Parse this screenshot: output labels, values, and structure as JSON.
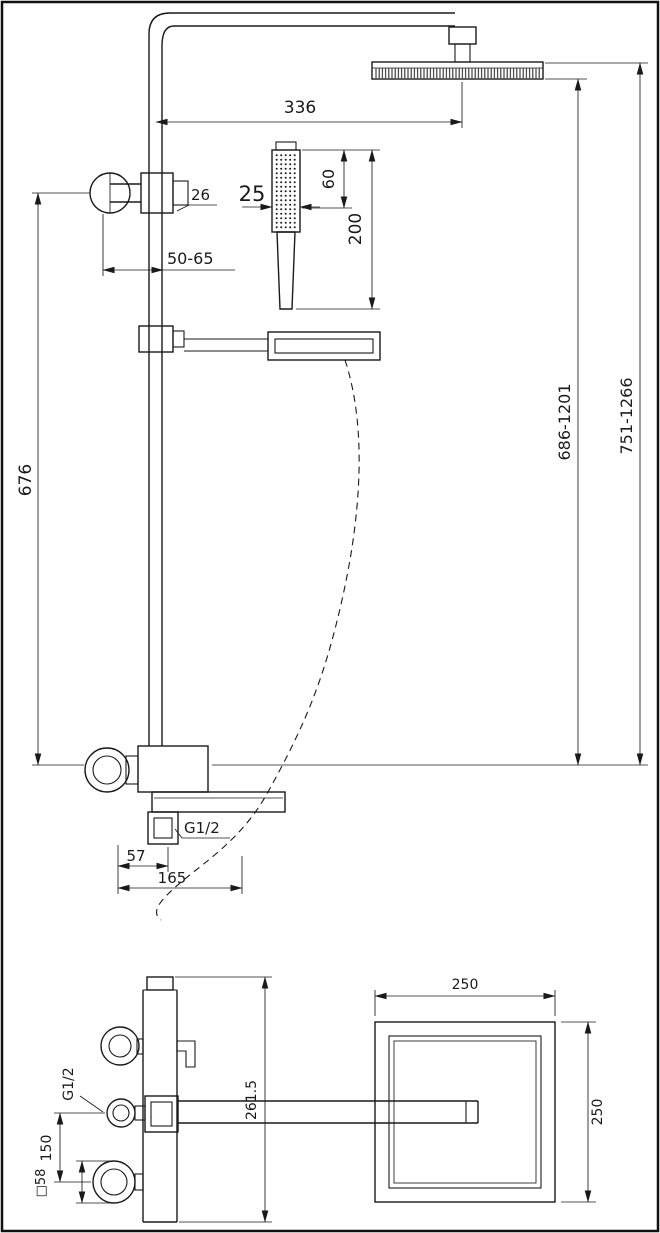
{
  "colors": {
    "line": "#1a1a1a",
    "background": "#ffffff"
  },
  "dimensions": {
    "top_view": {
      "head_offset": "336",
      "hand_shower_width": "25",
      "hand_shower_face": "60",
      "hand_shower_length": "200",
      "bracket_width": "26",
      "wall_clearance": "50-65",
      "riser_length": "676",
      "height_to_head_bottom": "686-1201",
      "overall_height": "751-1266",
      "outlet_thread": "G1/2",
      "spout_offset": "57",
      "spout_reach": "165"
    },
    "front_view": {
      "body_height": "261.5",
      "inlet_thread": "G1/2",
      "inlet_spacing": "150",
      "escutcheon_size": "□58"
    },
    "head_view": {
      "width": "250",
      "depth": "250"
    }
  }
}
